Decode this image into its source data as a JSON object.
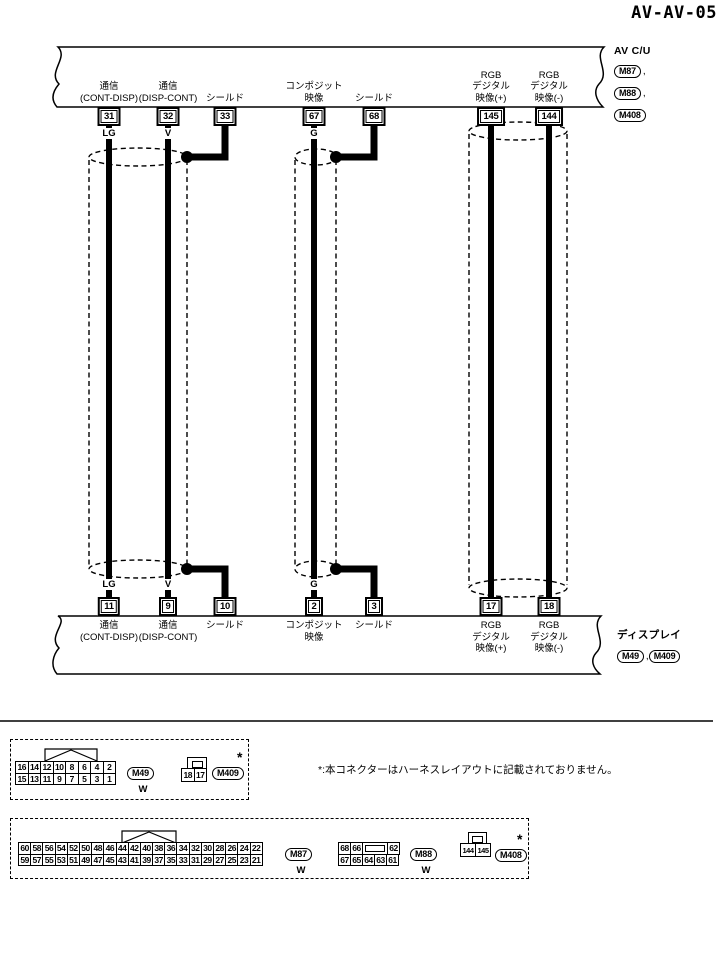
{
  "title": "AV-AV-05",
  "units": {
    "top": {
      "name": "AV C/U",
      "connectors": [
        "M87",
        "M88",
        "M408"
      ],
      "separator": ","
    },
    "bottom": {
      "name": "ディスプレイ",
      "connectors": [
        "M49",
        "M409"
      ],
      "separator": ","
    }
  },
  "columns": [
    {
      "id": "comm-cont-disp",
      "label_lines": [
        "通信",
        "(CONT-DISP)"
      ],
      "top_pin": "31",
      "wire_color": "LG",
      "bottom_pin": "11",
      "type": "wire"
    },
    {
      "id": "comm-disp-cont",
      "label_lines": [
        "通信",
        "(DISP-CONT)"
      ],
      "top_pin": "32",
      "wire_color": "V",
      "bottom_pin": "9",
      "type": "wire"
    },
    {
      "id": "shield-comm",
      "label_lines": [
        "シールド"
      ],
      "top_pin": "33",
      "wire_color": "",
      "bottom_pin": "10",
      "type": "shield"
    },
    {
      "id": "composite-video",
      "label_lines": [
        "コンポジット",
        "映像"
      ],
      "top_pin": "67",
      "wire_color": "G",
      "bottom_pin": "2",
      "type": "wire"
    },
    {
      "id": "shield-composite",
      "label_lines": [
        "シールド"
      ],
      "top_pin": "68",
      "wire_color": "",
      "bottom_pin": "3",
      "type": "shield"
    },
    {
      "id": "rgb-digital-plus",
      "label_lines": [
        "RGB",
        "デジタル",
        "映像(+)"
      ],
      "top_pin": "145",
      "wire_color": "",
      "bottom_pin": "17",
      "type": "wire"
    },
    {
      "id": "rgb-digital-minus",
      "label_lines": [
        "RGB",
        "デジタル",
        "映像(-)"
      ],
      "top_pin": "144",
      "wire_color": "",
      "bottom_pin": "18",
      "type": "wire"
    }
  ],
  "footer": {
    "note": "*:本コネクターはハーネスレイアウトに記載されておりません。",
    "asterisk": "*",
    "box1": {
      "m49": {
        "label": "M49",
        "color_code": "W",
        "rows": [
          [
            "16",
            "14",
            "12",
            "10",
            "8",
            "6",
            "4",
            "2"
          ],
          [
            "15",
            "13",
            "11",
            "9",
            "7",
            "5",
            "3",
            "1"
          ]
        ]
      },
      "m409": {
        "label": "M409",
        "pins": [
          "18",
          "17"
        ]
      }
    },
    "box2": {
      "m87": {
        "label": "M87",
        "color_code": "W",
        "rows": [
          [
            "60",
            "58",
            "56",
            "54",
            "52",
            "50",
            "48",
            "46",
            "44",
            "42",
            "40",
            "38",
            "36",
            "34",
            "32",
            "30",
            "28",
            "26",
            "24",
            "22"
          ],
          [
            "59",
            "57",
            "55",
            "53",
            "51",
            "49",
            "47",
            "45",
            "43",
            "41",
            "39",
            "37",
            "35",
            "33",
            "31",
            "29",
            "27",
            "25",
            "23",
            "21"
          ]
        ]
      },
      "m88": {
        "label": "M88",
        "color_code": "W",
        "row1": [
          "68",
          "66",
          "",
          "62"
        ],
        "row2": [
          "67",
          "65",
          "64",
          "63",
          "61"
        ]
      },
      "m408": {
        "label": "M408",
        "pins": [
          "144",
          "145"
        ]
      }
    }
  },
  "colors": {
    "ink": "#000000",
    "paper": "#ffffff"
  }
}
